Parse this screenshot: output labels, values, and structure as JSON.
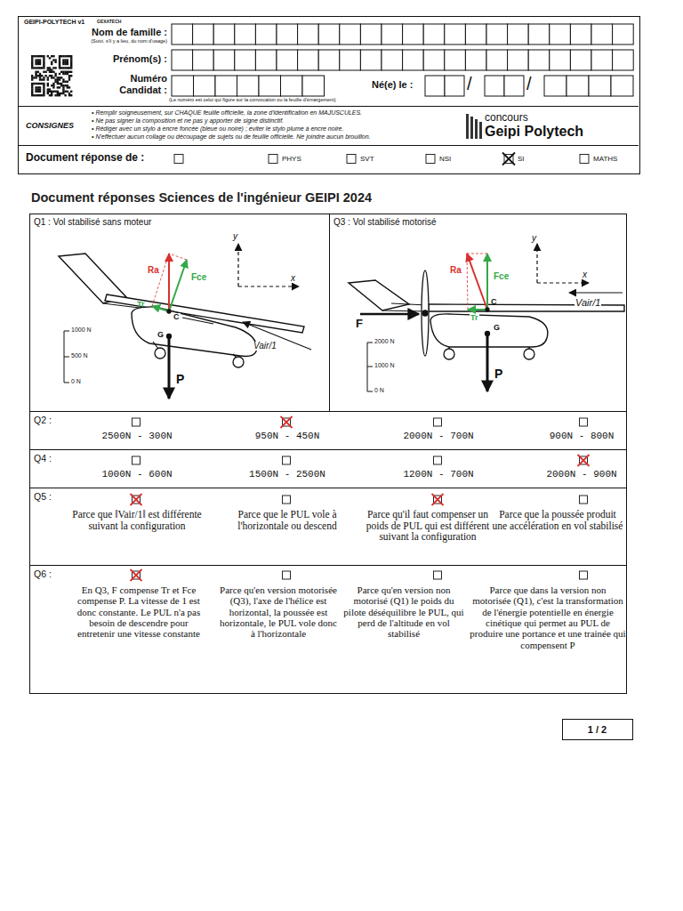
{
  "diagram": {
    "title": "Document réponses Sciences de l'ingénieur GEIPI 2024",
    "nodes": [
      {
        "text": [
          "GEIPI-POLYTECH v1",
          "GEXATECH"
        ]
      },
      {
        "text": [
          "CONSIGNES",
          "• Remplir soigneusement, sur CHAQUE feuille officielle, la zone d'identification en MAJUSCULES.",
          "• Ne pas signer la composition et ne pas y apporter de signe distinctif.",
          "• Rédiger avec un stylo à encre foncée (bleue ou noire) ; éviter le stylo plume à encre noire.",
          "• N'effectuer aucun collage ou découpage de sujets ou de feuille officielle. Ne joindre aucun brouillon.",
          "concours",
          "Geipi Polytech"
        ],
        "in": 0
      },
      {
        "text": [
          "Document réponse de :",
          "PHYS",
          "SVT",
          "NSI",
          "SI",
          "MATHS"
        ],
        "in": 0
      },
      {
        "text": [
          "Q1 : Vol stabilisé sans moteur"
        ]
      },
      {
        "text": [
          "Q3 : Vol stabilisé motorisé"
        ]
      },
      {
        "text": [
          "Q2 :",
          "2500N - 300N",
          "950N - 450N",
          "2000N - 700N",
          "900N - 800N"
        ]
      },
      {
        "text": [
          "Q4 :",
          "1000N - 600N",
          "1500N - 2500N",
          "1200N - 700N",
          "2000N - 900N"
        ]
      },
      {
        "text": [
          "Q5 :",
          "Parce que ‖Vair/1‖ est différente suivant la configuration",
          "Parce que le PUL vole à l'horizontale ou descend",
          "Parce qu'il faut compenser un poids de PUL qui est différent suivant la configuration",
          "Parce que la poussée produit une accélération en vol stabilisé"
        ]
      },
      {
        "text": [
          "Q6 :",
          "En Q3, F compense Tr et Fce compense P. La vitesse de 1 est donc constante. Le PUL n'a pas besoin de descendre pour entretenir une vitesse constante",
          "Parce qu'en version motorisée (Q3), l'axe de l'hélice est horizontal, la poussée est horizontale, le PUL vole donc à l'horizontale",
          "Parce qu'en version non motorisé (Q1) le poids du pilote déséquilibre le PUL, qui perd de l'altitude en vol stabilisé",
          "Parce que dans la version non motorisée (Q1), c'est la transformation de l'énergie potentielle en énergie cinétique qui permet au PUL de produire une portance et une trainée qui compensent P"
        ]
      },
      {
        "text": [
          "1 / 2"
        ]
      }
    ],
    "labels": [
      "Nom de famille :",
      "(Suivi, s'il y a lieu, du nom d'usage)",
      "Prénom(s) :",
      "Numéro Candidat :",
      "(Le numéro est celui qui figure sur la convocation ou la feuille d'émargement)",
      "Né(e) le :",
      "/",
      "/",
      "y",
      "x",
      "Ra",
      "Fce",
      "Tr",
      "C",
      "G",
      "P",
      "Vair/1",
      "1000 N",
      "500 N",
      "0 N",
      "y",
      "x",
      "Ra",
      "Fce",
      "Tr",
      "F",
      "C",
      "G",
      "P",
      "Vair/1",
      "2000 N",
      "1000 N",
      "0 N"
    ]
  }
}
